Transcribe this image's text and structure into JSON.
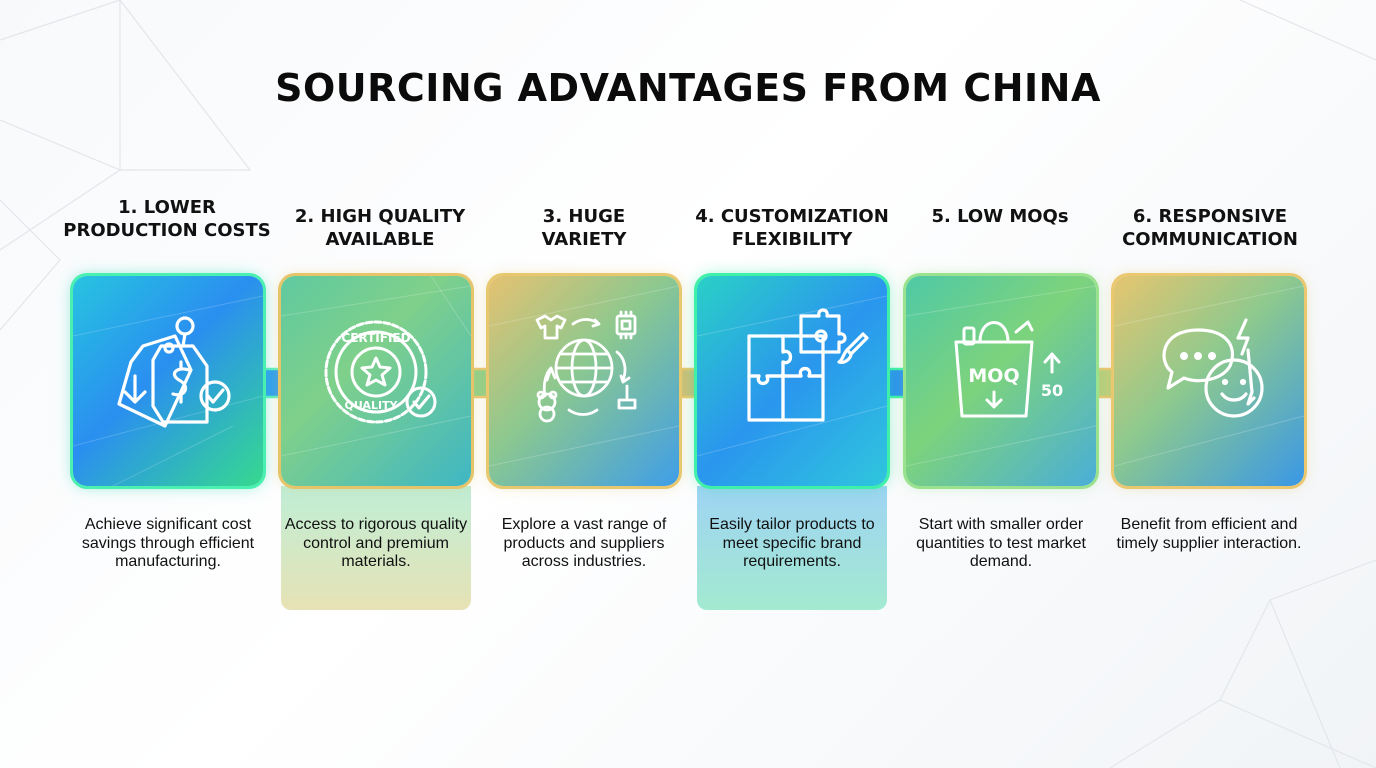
{
  "title": "SOURCING ADVANTAGES FROM CHINA",
  "steps": [
    {
      "heading": "1. LOWER PRODUCTION COSTS",
      "description": "Achieve significant cost savings through efficient manufacturing.",
      "icon": "price-tag-savings-icon"
    },
    {
      "heading": "2. HIGH QUALITY AVAILABLE",
      "description": "Access to rigorous quality control and premium materials.",
      "icon": "certified-quality-seal-icon",
      "badge_top": "CERTIFIED",
      "badge_bottom": "QUALITY"
    },
    {
      "heading": "3. HUGE VARIETY",
      "description": "Explore a vast range of products and suppliers across industries.",
      "icon": "globe-products-icon"
    },
    {
      "heading": "4. CUSTOMIZATION FLEXIBILITY",
      "description": "Easily tailor products to meet specific brand requirements.",
      "icon": "puzzle-customize-icon"
    },
    {
      "heading": "5. LOW MOQs",
      "description": "Start with smaller order quantities to test market demand.",
      "icon": "moq-bag-icon",
      "bag_label": "MOQ",
      "quantity": "50"
    },
    {
      "heading": "6. RESPONSIVE COMMUNICATION",
      "description": "Benefit from efficient and timely supplier interaction.",
      "icon": "chat-bubbles-icon"
    }
  ],
  "colors": {
    "title": "#0b0b0b",
    "accent_green": "#3ff0a8",
    "accent_gold": "#e8c86f",
    "accent_blue": "#2a8ff0"
  }
}
